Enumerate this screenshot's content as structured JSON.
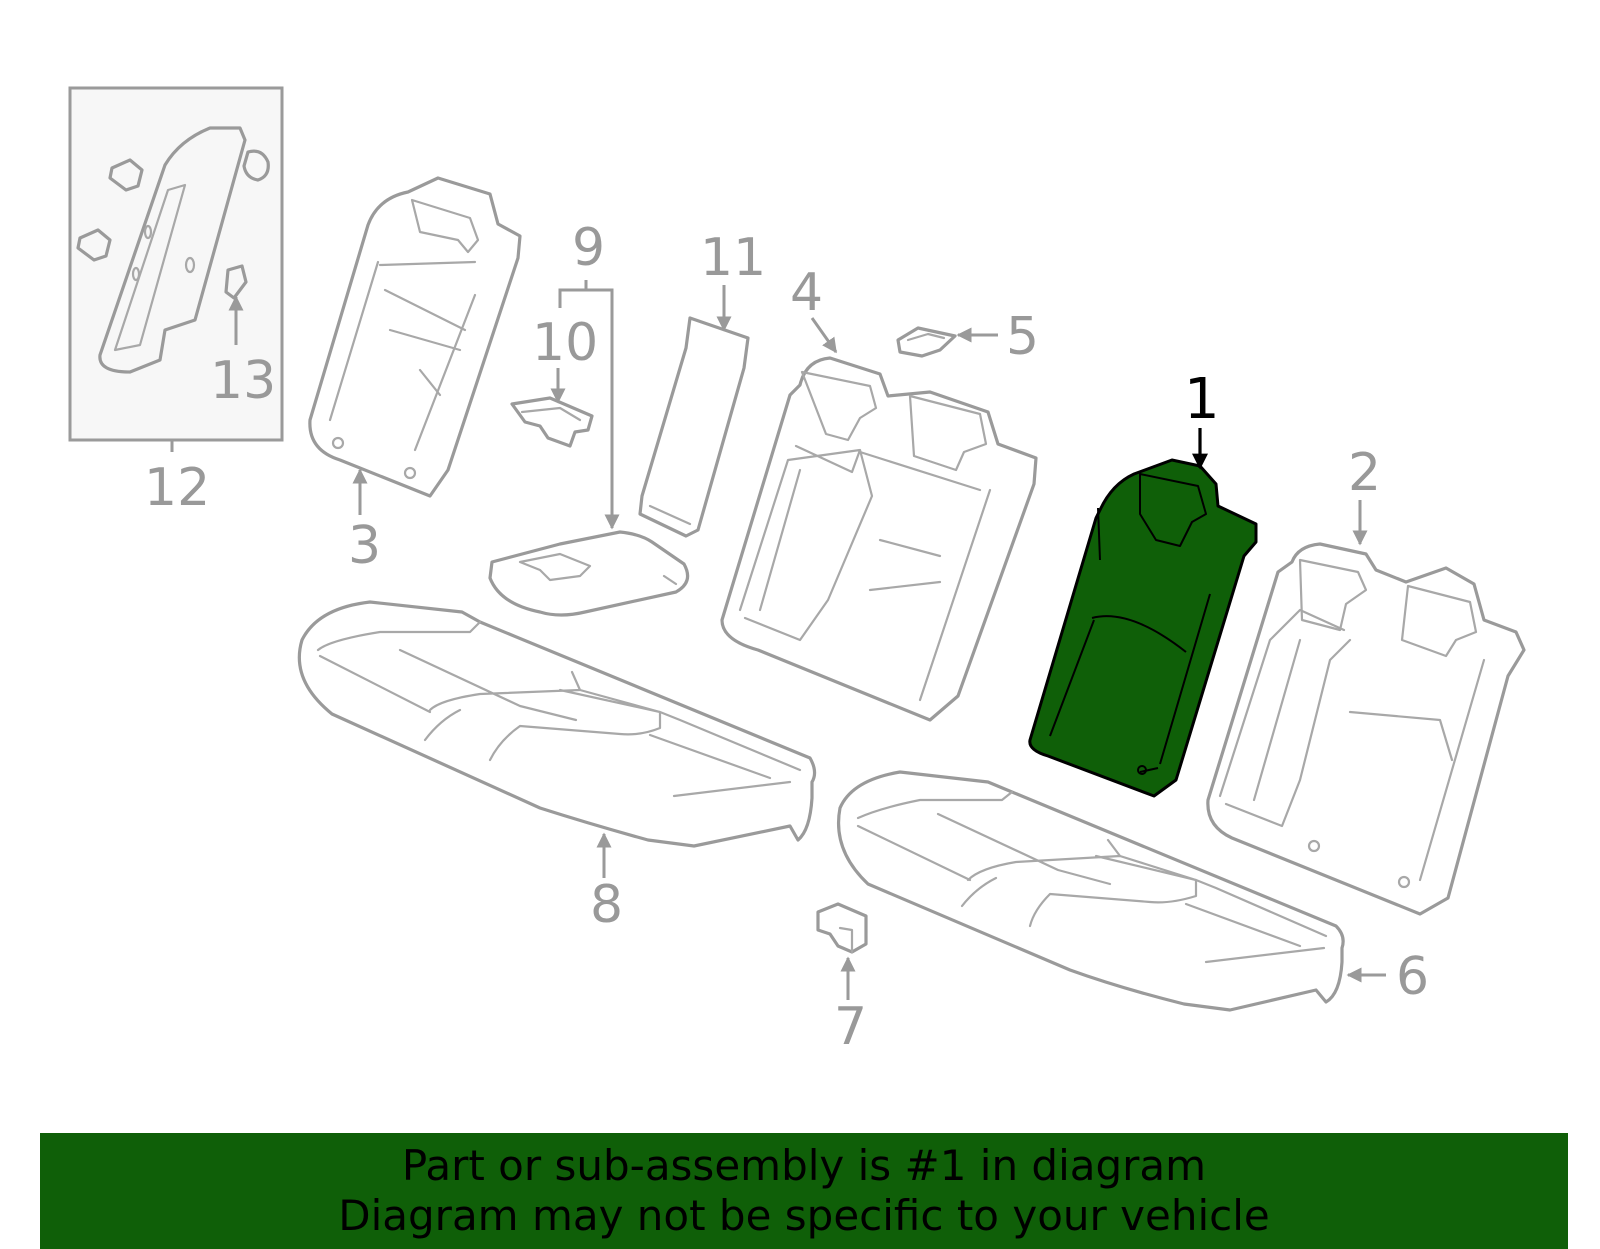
{
  "callouts": {
    "c1": "1",
    "c2": "2",
    "c3": "3",
    "c4": "4",
    "c5": "5",
    "c6": "6",
    "c7": "7",
    "c8": "8",
    "c9": "9",
    "c10": "10",
    "c11": "11",
    "c12": "12",
    "c13": "13"
  },
  "highlighted_part": "1",
  "colors": {
    "highlight": "#0f5f08",
    "banner": "#0f5f08",
    "outline": "#9a9a9a",
    "inset_bg": "#f7f7f7"
  },
  "banner": {
    "line1": "Part or sub-assembly is #1 in diagram",
    "line2": "Diagram may not be specific to your vehicle"
  }
}
